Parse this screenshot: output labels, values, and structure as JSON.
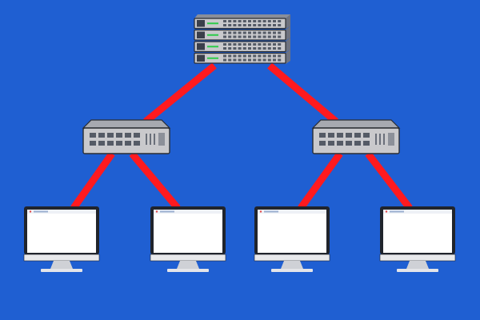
{
  "diagram": {
    "background_color": "#1f5fd2",
    "link_color": "#ff1a1f",
    "device_color": "#c9c9cc",
    "port_color": "#555b66",
    "screen_color": "#ffffff",
    "bezel_color": "#20242c",
    "stand_color": "#cfd1d6",
    "nodes": [
      {
        "id": "core",
        "type": "stacked-switch",
        "icon": "server-rack-icon"
      },
      {
        "id": "sw-left",
        "type": "switch",
        "icon": "network-switch-icon"
      },
      {
        "id": "sw-right",
        "type": "switch",
        "icon": "network-switch-icon"
      },
      {
        "id": "pc-1",
        "type": "computer",
        "icon": "monitor-icon"
      },
      {
        "id": "pc-2",
        "type": "computer",
        "icon": "monitor-icon"
      },
      {
        "id": "pc-3",
        "type": "computer",
        "icon": "monitor-icon"
      },
      {
        "id": "pc-4",
        "type": "computer",
        "icon": "monitor-icon"
      }
    ],
    "links": [
      {
        "from": "core",
        "to": "sw-left"
      },
      {
        "from": "core",
        "to": "sw-right"
      },
      {
        "from": "sw-left",
        "to": "pc-1"
      },
      {
        "from": "sw-left",
        "to": "pc-2"
      },
      {
        "from": "sw-right",
        "to": "pc-3"
      },
      {
        "from": "sw-right",
        "to": "pc-4"
      }
    ]
  }
}
